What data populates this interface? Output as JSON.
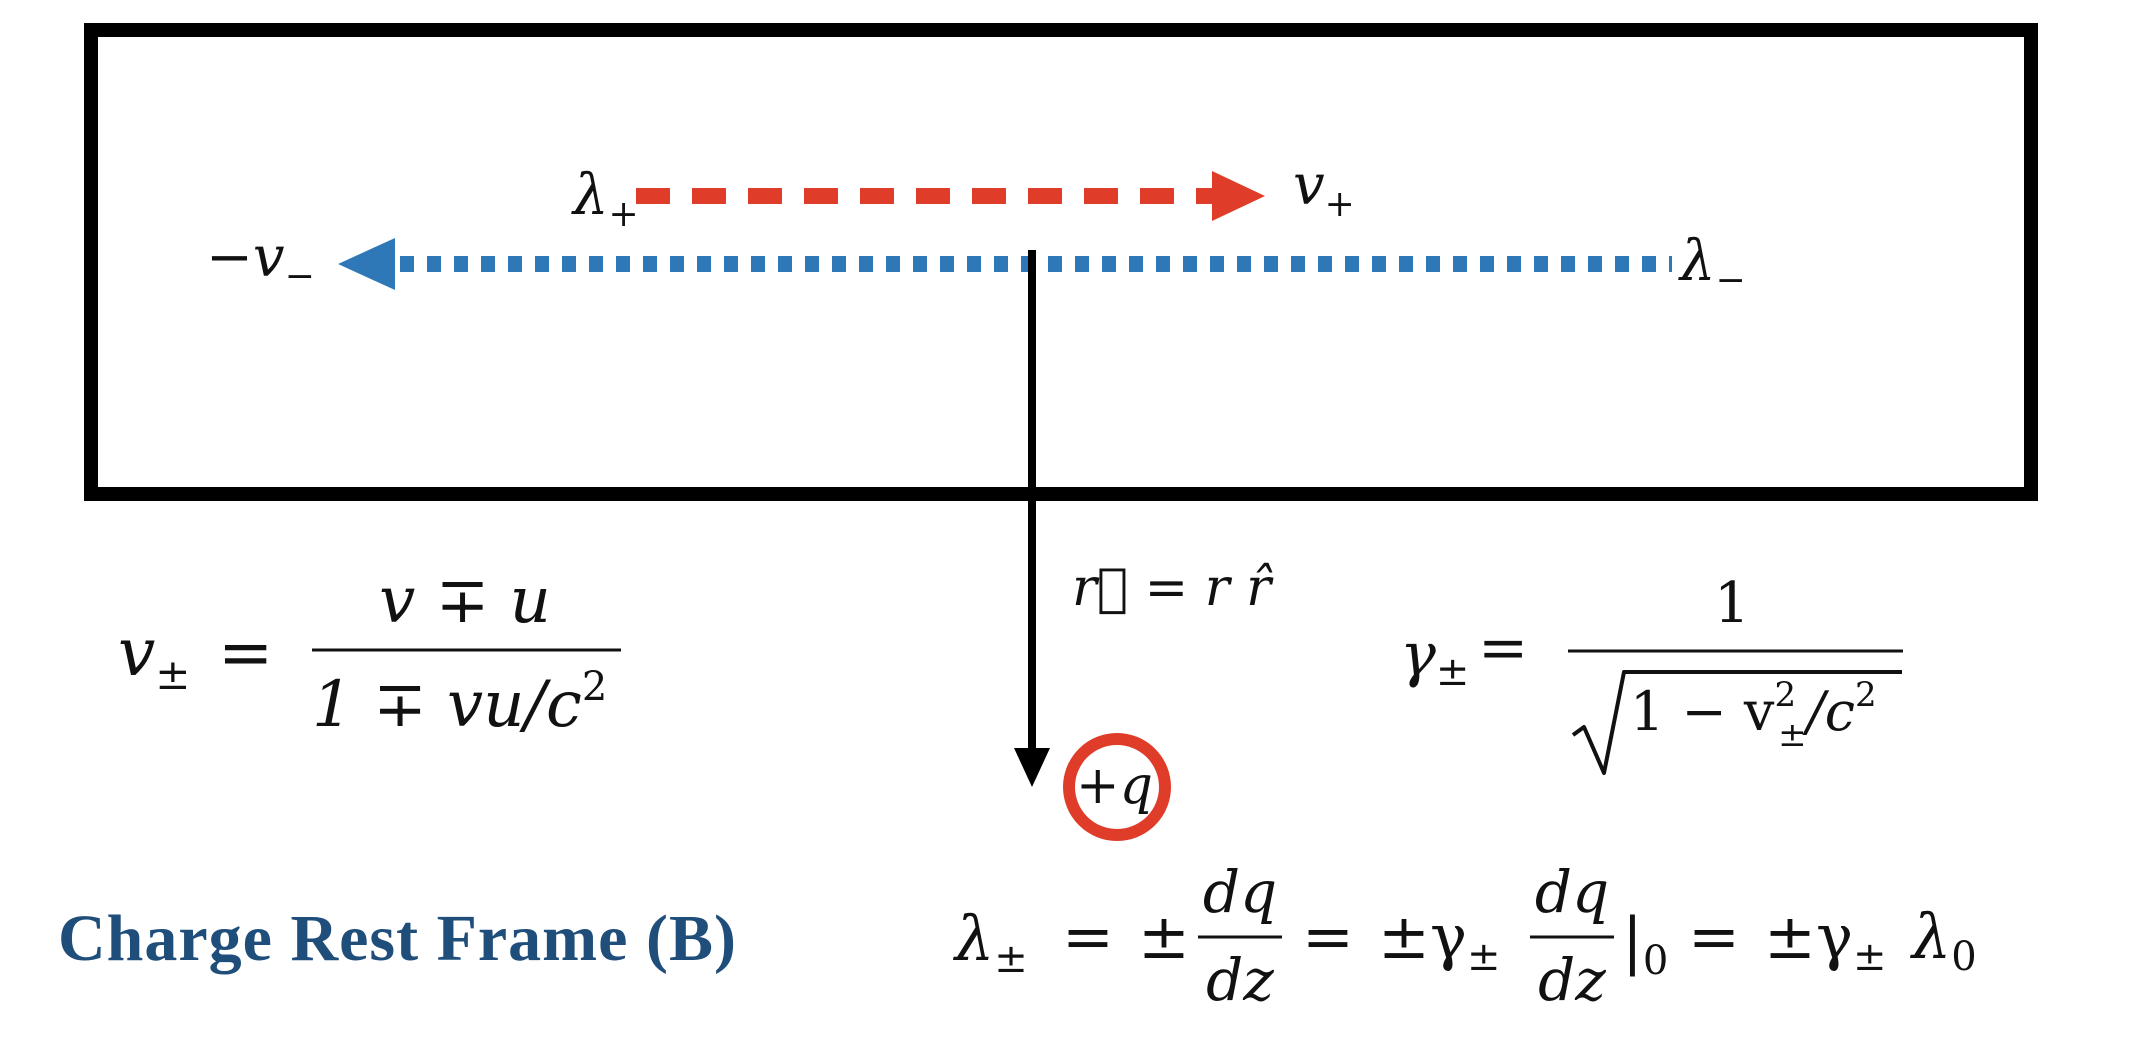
{
  "figure": {
    "caption": "Charge Rest Frame (B)",
    "colors": {
      "positive_line": "#e03c2a",
      "negative_line": "#2f78b8",
      "frame": "#000000",
      "caption": "#1f4e7a",
      "ink": "#111111"
    },
    "labels": {
      "lambda_plus": {
        "base": "λ",
        "sub": "+"
      },
      "v_plus": {
        "base": "v",
        "sub": "+"
      },
      "minus_v_minus": {
        "sign": "−",
        "base": "v",
        "sub": "−"
      },
      "lambda_minus": {
        "base": "λ",
        "sub": "−"
      },
      "r_vector": "r⃗ = r r̂",
      "charge": "+q"
    },
    "equations": {
      "velocity": {
        "lhs_base": "v",
        "lhs_sub": "±",
        "equals": "=",
        "numerator": "v ∓ u",
        "denominator": "1 ∓ vu/c",
        "denominator_sup": "2"
      },
      "gamma": {
        "lhs_base": "γ",
        "lhs_sub": "±",
        "equals": "=",
        "numerator": "1",
        "radicand_start": "1 − v",
        "radicand_sup": "2",
        "radicand_sub": "±",
        "radicand_end": "/c",
        "radicand_end_sup": "2"
      },
      "density": {
        "lhs_base": "λ",
        "lhs_sub": "±",
        "eq1": "=",
        "pm1": "±",
        "frac_num": "dq",
        "frac_den": "dz",
        "eq2": "=",
        "pm2": "±γ",
        "pm2_sub": "±",
        "frac2_num": "dq",
        "frac2_den": "dz",
        "eval_bar": "|",
        "eval_sub": "0",
        "eq3": "=",
        "pm3": "±γ",
        "pm3_sub": "±",
        "lambda0": "λ",
        "lambda0_sub": "0"
      }
    }
  }
}
